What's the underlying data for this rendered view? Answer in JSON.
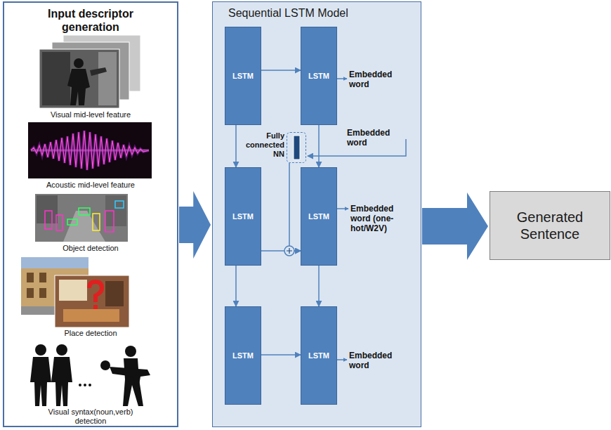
{
  "diagram": {
    "nodes": [
      {
        "text": [
          "Input descriptor generation"
        ]
      },
      {
        "text": [
          "Sequential LSTM Model"
        ]
      },
      {
        "text": [
          "LSTM"
        ],
        "in": 1
      },
      {
        "text": [
          "LSTM"
        ],
        "in": 1
      },
      {
        "text": [
          "Fully connected NN"
        ],
        "in": 1
      },
      {
        "text": [
          "LSTM"
        ],
        "in": 1
      },
      {
        "text": [
          "LSTM"
        ],
        "in": 1
      },
      {
        "text": [
          "LSTM"
        ],
        "in": 1
      },
      {
        "text": [
          "LSTM"
        ],
        "in": 1
      },
      {
        "text": [
          "Generated Sentence"
        ]
      }
    ],
    "edges": [
      {
        "from": 0,
        "to": 1,
        "arrow": "to"
      },
      {
        "from": 2,
        "to": 3,
        "arrow": "to"
      },
      {
        "from": 2,
        "to": 5,
        "arrow": "to"
      },
      {
        "from": 3,
        "to": 6,
        "arrow": "to"
      },
      {
        "from": 5,
        "to": 6,
        "arrow": "to"
      },
      {
        "from": 4,
        "to": 6,
        "arrow": "to"
      },
      {
        "from": 5,
        "to": 7,
        "arrow": "to"
      },
      {
        "from": 6,
        "to": 8,
        "arrow": "to"
      },
      {
        "from": 7,
        "to": 8,
        "arrow": "to"
      },
      {
        "from": 1,
        "to": 9,
        "arrow": "to"
      }
    ],
    "labels": [
      "Visual mid-level feature",
      "Acoustic mid-level feature",
      "Object detection",
      "Place detection",
      "Visual syntax(noun,verb) detection",
      "Embedded word",
      "Embedded word",
      "Embedded word (one-hot/W2V)",
      "Embedded word"
    ]
  }
}
